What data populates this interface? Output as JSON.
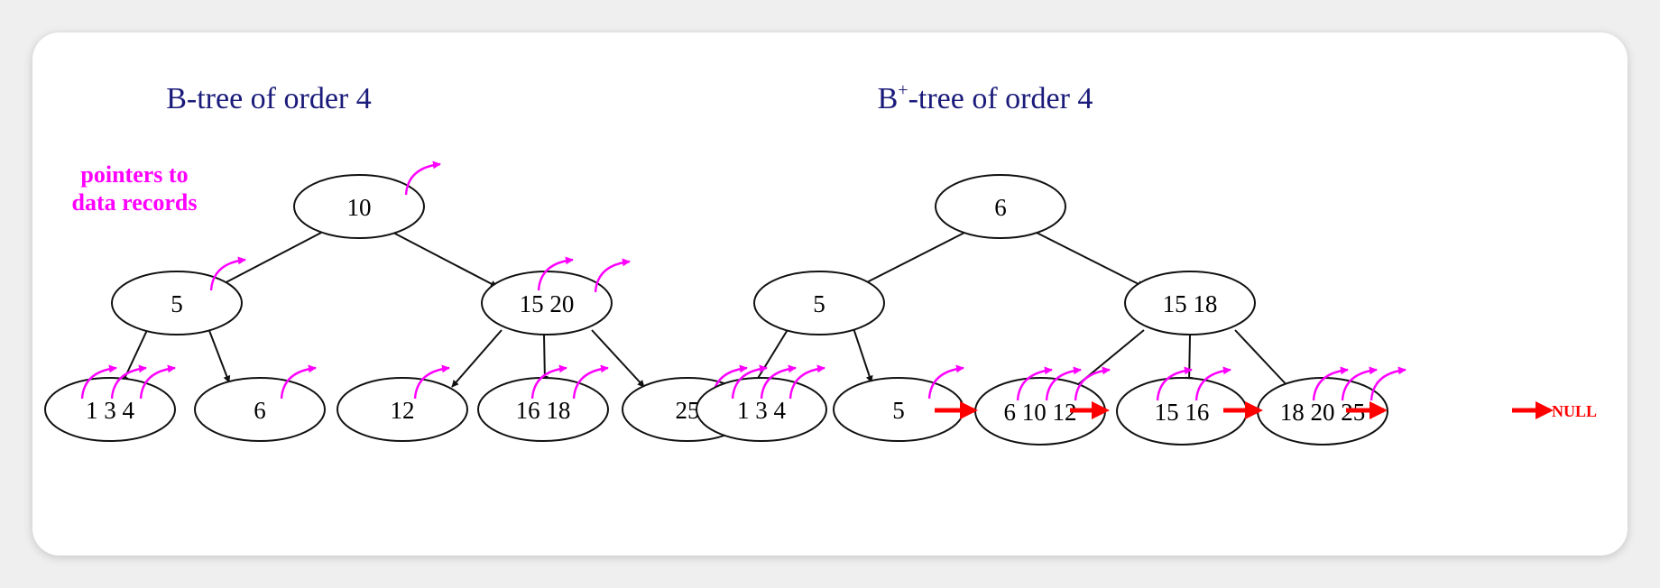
{
  "btree": {
    "title": "B-tree of order 4",
    "annotation": [
      "pointers to",
      "data records"
    ],
    "root": "10",
    "level1": [
      "5",
      "15 20"
    ],
    "leaves": [
      "1 3 4",
      "6",
      "12",
      "16 18",
      "25"
    ]
  },
  "bplustree": {
    "title_prefix": "B",
    "title_sup": "+",
    "title_rest": "-tree of order 4",
    "root": "6",
    "level1": [
      "5",
      "15 18"
    ],
    "leaves": [
      "1 3 4",
      "5",
      "6 10 12",
      "15 16",
      "18 20 25"
    ],
    "null_label": "NULL"
  },
  "colors": {
    "title": "#1a1a7a",
    "data_pointer": "#ff00ff",
    "leaf_link": "#ff0000"
  }
}
